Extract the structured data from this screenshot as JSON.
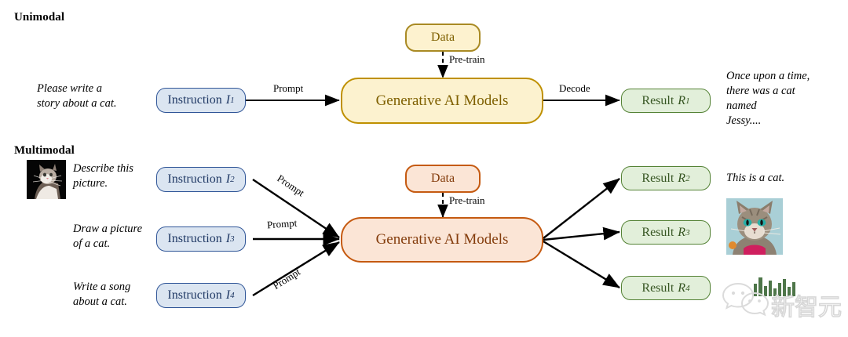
{
  "figure": {
    "sections": [
      {
        "id": "unimodal",
        "title": "Unimodal",
        "input_text": "Please write a\nstory about a cat.",
        "instruction_label": "Instruction",
        "instruction_sub": "1",
        "prompt_label": "Prompt",
        "data_label": "Data",
        "pretrain_label": "Pre-train",
        "model_label": "Generative AI Models",
        "decode_label": "Decode",
        "result_label": "Result",
        "result_sub": "1",
        "output_text": "Once upon a time,\nthere was a cat\nnamed\nJessy...."
      },
      {
        "id": "multimodal",
        "title": "Multimodal",
        "data_label": "Data",
        "pretrain_label": "Pre-train",
        "model_label": "Generative AI Models",
        "inputs": [
          {
            "text": "Describe this\npicture.",
            "instruction_label": "Instruction",
            "instruction_sub": "2",
            "prompt_label": "Prompt",
            "has_thumbnail": true,
            "thumbnail_name": "cat-photo-input"
          },
          {
            "text": "Draw a picture\nof a cat.",
            "instruction_label": "Instruction",
            "instruction_sub": "3",
            "prompt_label": "Prompt",
            "has_thumbnail": false
          },
          {
            "text": "Write a song\nabout a cat.",
            "instruction_label": "Instruction",
            "instruction_sub": "4",
            "prompt_label": "Prompt",
            "has_thumbnail": false
          }
        ],
        "outputs": [
          {
            "result_label": "Result",
            "result_sub": "2",
            "text": "This is a cat.",
            "kind": "text"
          },
          {
            "result_label": "Result",
            "result_sub": "3",
            "text": "",
            "kind": "image",
            "thumbnail_name": "cat-photo-output"
          },
          {
            "result_label": "Result",
            "result_sub": "4",
            "text": "",
            "kind": "audio"
          }
        ]
      }
    ],
    "watermark": {
      "text": "新智元",
      "icon": "wechat-bars-logo"
    },
    "colors": {
      "instruction_border": "#2f5597",
      "instruction_fill": "#dbe5f1",
      "instruction_text": "#1f3864",
      "result_border": "#548235",
      "result_fill": "#e2efda",
      "result_text": "#375623",
      "gold_border": "#bf9000",
      "gold_fill": "#fcf2cf",
      "gold_text": "#7f6000",
      "orange_border": "#c55a11",
      "orange_fill": "#fbe5d6",
      "orange_text": "#843c0c",
      "arrow": "#000000",
      "background": "#ffffff"
    }
  }
}
